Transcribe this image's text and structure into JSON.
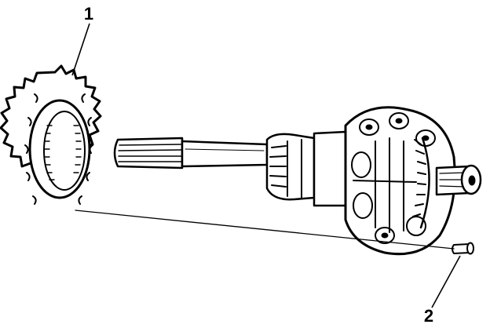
{
  "callouts": [
    {
      "number": "1",
      "part": "sprocket-ring"
    },
    {
      "number": "2",
      "part": "pin"
    }
  ],
  "colors": {
    "ink": "#000000",
    "paper": "#ffffff"
  }
}
